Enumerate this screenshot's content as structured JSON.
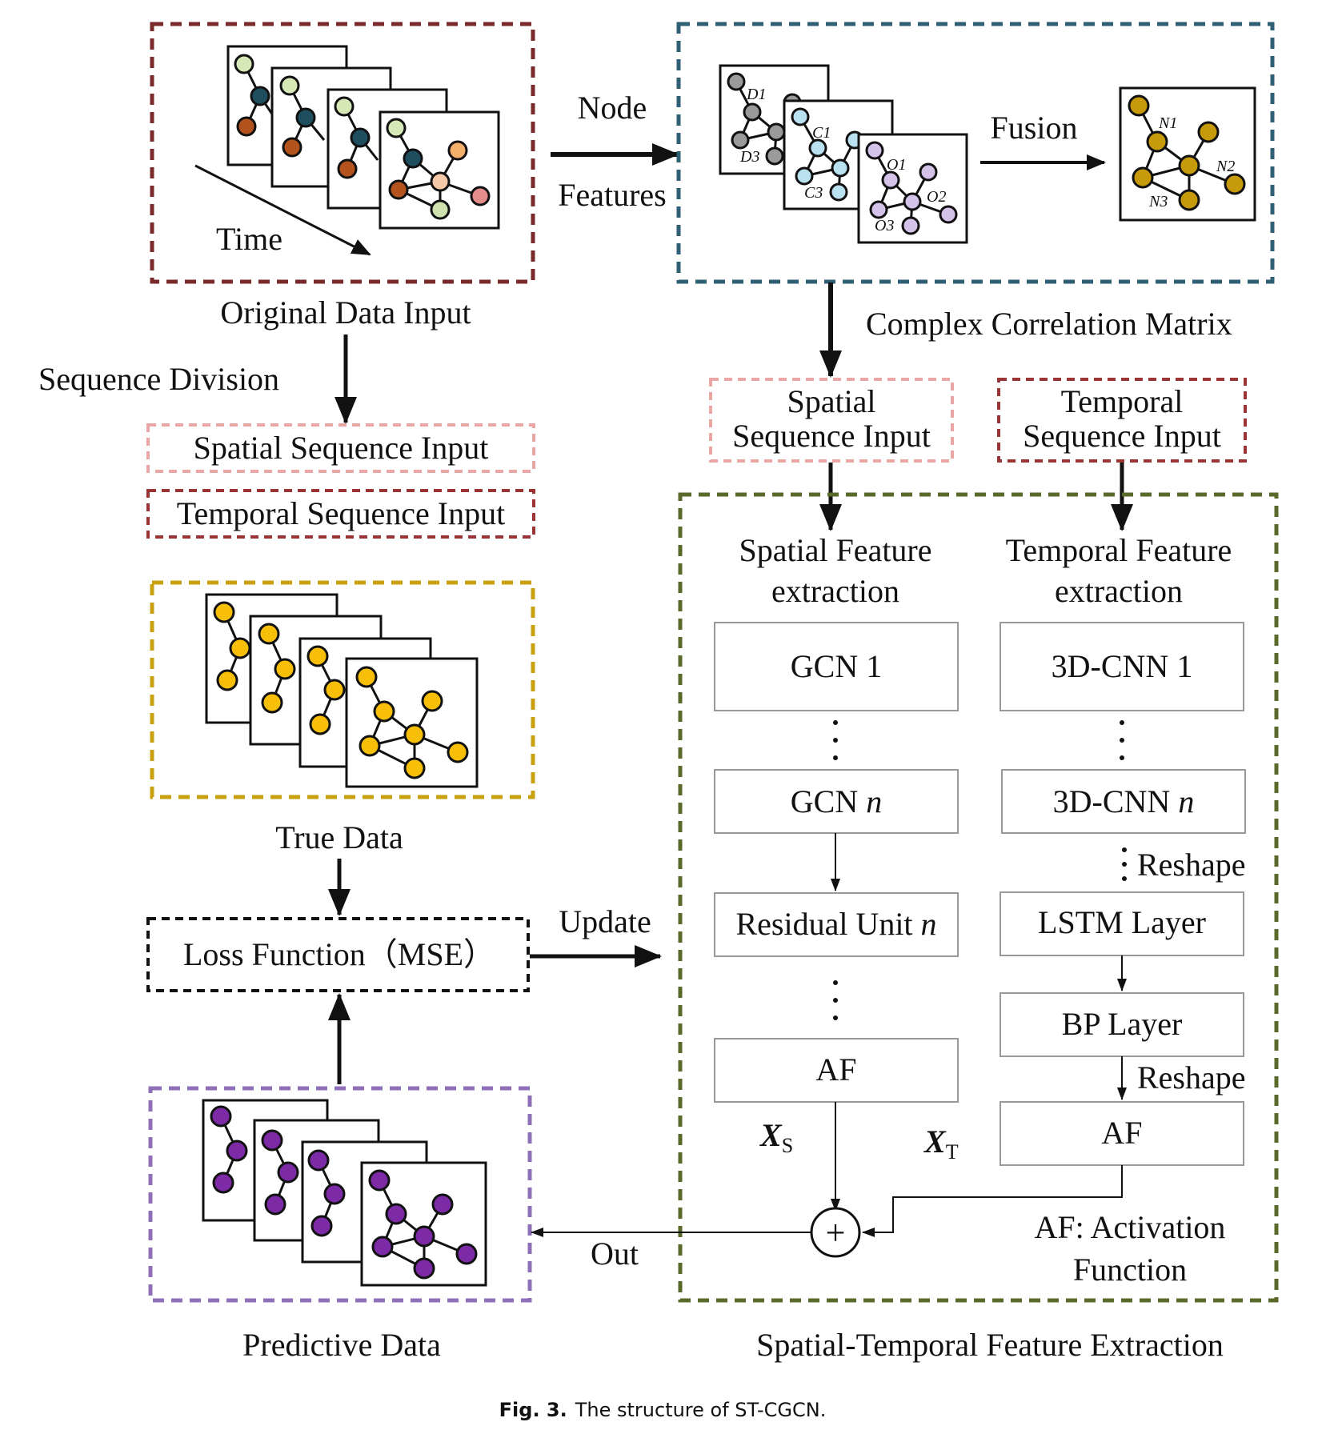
{
  "colors": {
    "original_border": "#7a2a2a",
    "matrix_border": "#2f5f75",
    "true_border": "#c9a010",
    "loss_border": "#111111",
    "pred_border": "#8f70b8",
    "st_border": "#5a6a2a",
    "spatial_input_border": "#eaa5a5",
    "temporal_input_border": "#9b3535",
    "node_yellow": "#f7bf07",
    "node_purple": "#7c2aa6",
    "node_gold": "#c69a0a",
    "node_gray": "#9a9a9a",
    "node_cyan": "#b9e1ef",
    "node_lavender": "#d4c2e8"
  },
  "labels": {
    "node": "Node",
    "features": "Features",
    "time": "Time",
    "fusion": "Fusion",
    "original_data_input": "Original Data Input",
    "complex_correlation_matrix": "Complex Correlation Matrix",
    "sequence_division": "Sequence Division",
    "spatial_sequence_input_left": "Spatial Sequence Input",
    "temporal_sequence_input_left": "Temporal Sequence Input",
    "spatial_input_right_1": "Spatial",
    "spatial_input_right_2": "Sequence Input",
    "temporal_input_right_1": "Temporal",
    "temporal_input_right_2": "Sequence Input",
    "true_data": "True Data",
    "loss_function": "Loss Function（MSE）",
    "update": "Update",
    "out": "Out",
    "predictive_data": "Predictive Data",
    "st_title": "Spatial-Temporal Feature Extraction",
    "spatial_feat_1": "Spatial Feature",
    "spatial_feat_2": "extraction",
    "temporal_feat_1": "Temporal Feature",
    "temporal_feat_2": "extraction",
    "gcn1": "GCN 1",
    "gcn_n_base": "GCN ",
    "residual_base": "Residual Unit ",
    "n": "n",
    "af": "AF",
    "cnn1": "3D-CNN 1",
    "cnn_n_base": "3D-CNN ",
    "reshape": "Reshape",
    "lstm": "LSTM Layer",
    "bp": "BP Layer",
    "x": "X",
    "sub_s": "S",
    "sub_t": "T",
    "plus": "+",
    "af_note_1": "AF: Activation",
    "af_note_2": "Function",
    "caption_fig": "Fig. 3.",
    "caption_text": "The structure of ST-CGCN.",
    "d1": "D1",
    "d3": "D3",
    "c1": "C1",
    "c3": "C3",
    "o1": "O1",
    "o2": "O2",
    "o3": "O3",
    "n1": "N1",
    "n2": "N2",
    "n3": "N3"
  }
}
